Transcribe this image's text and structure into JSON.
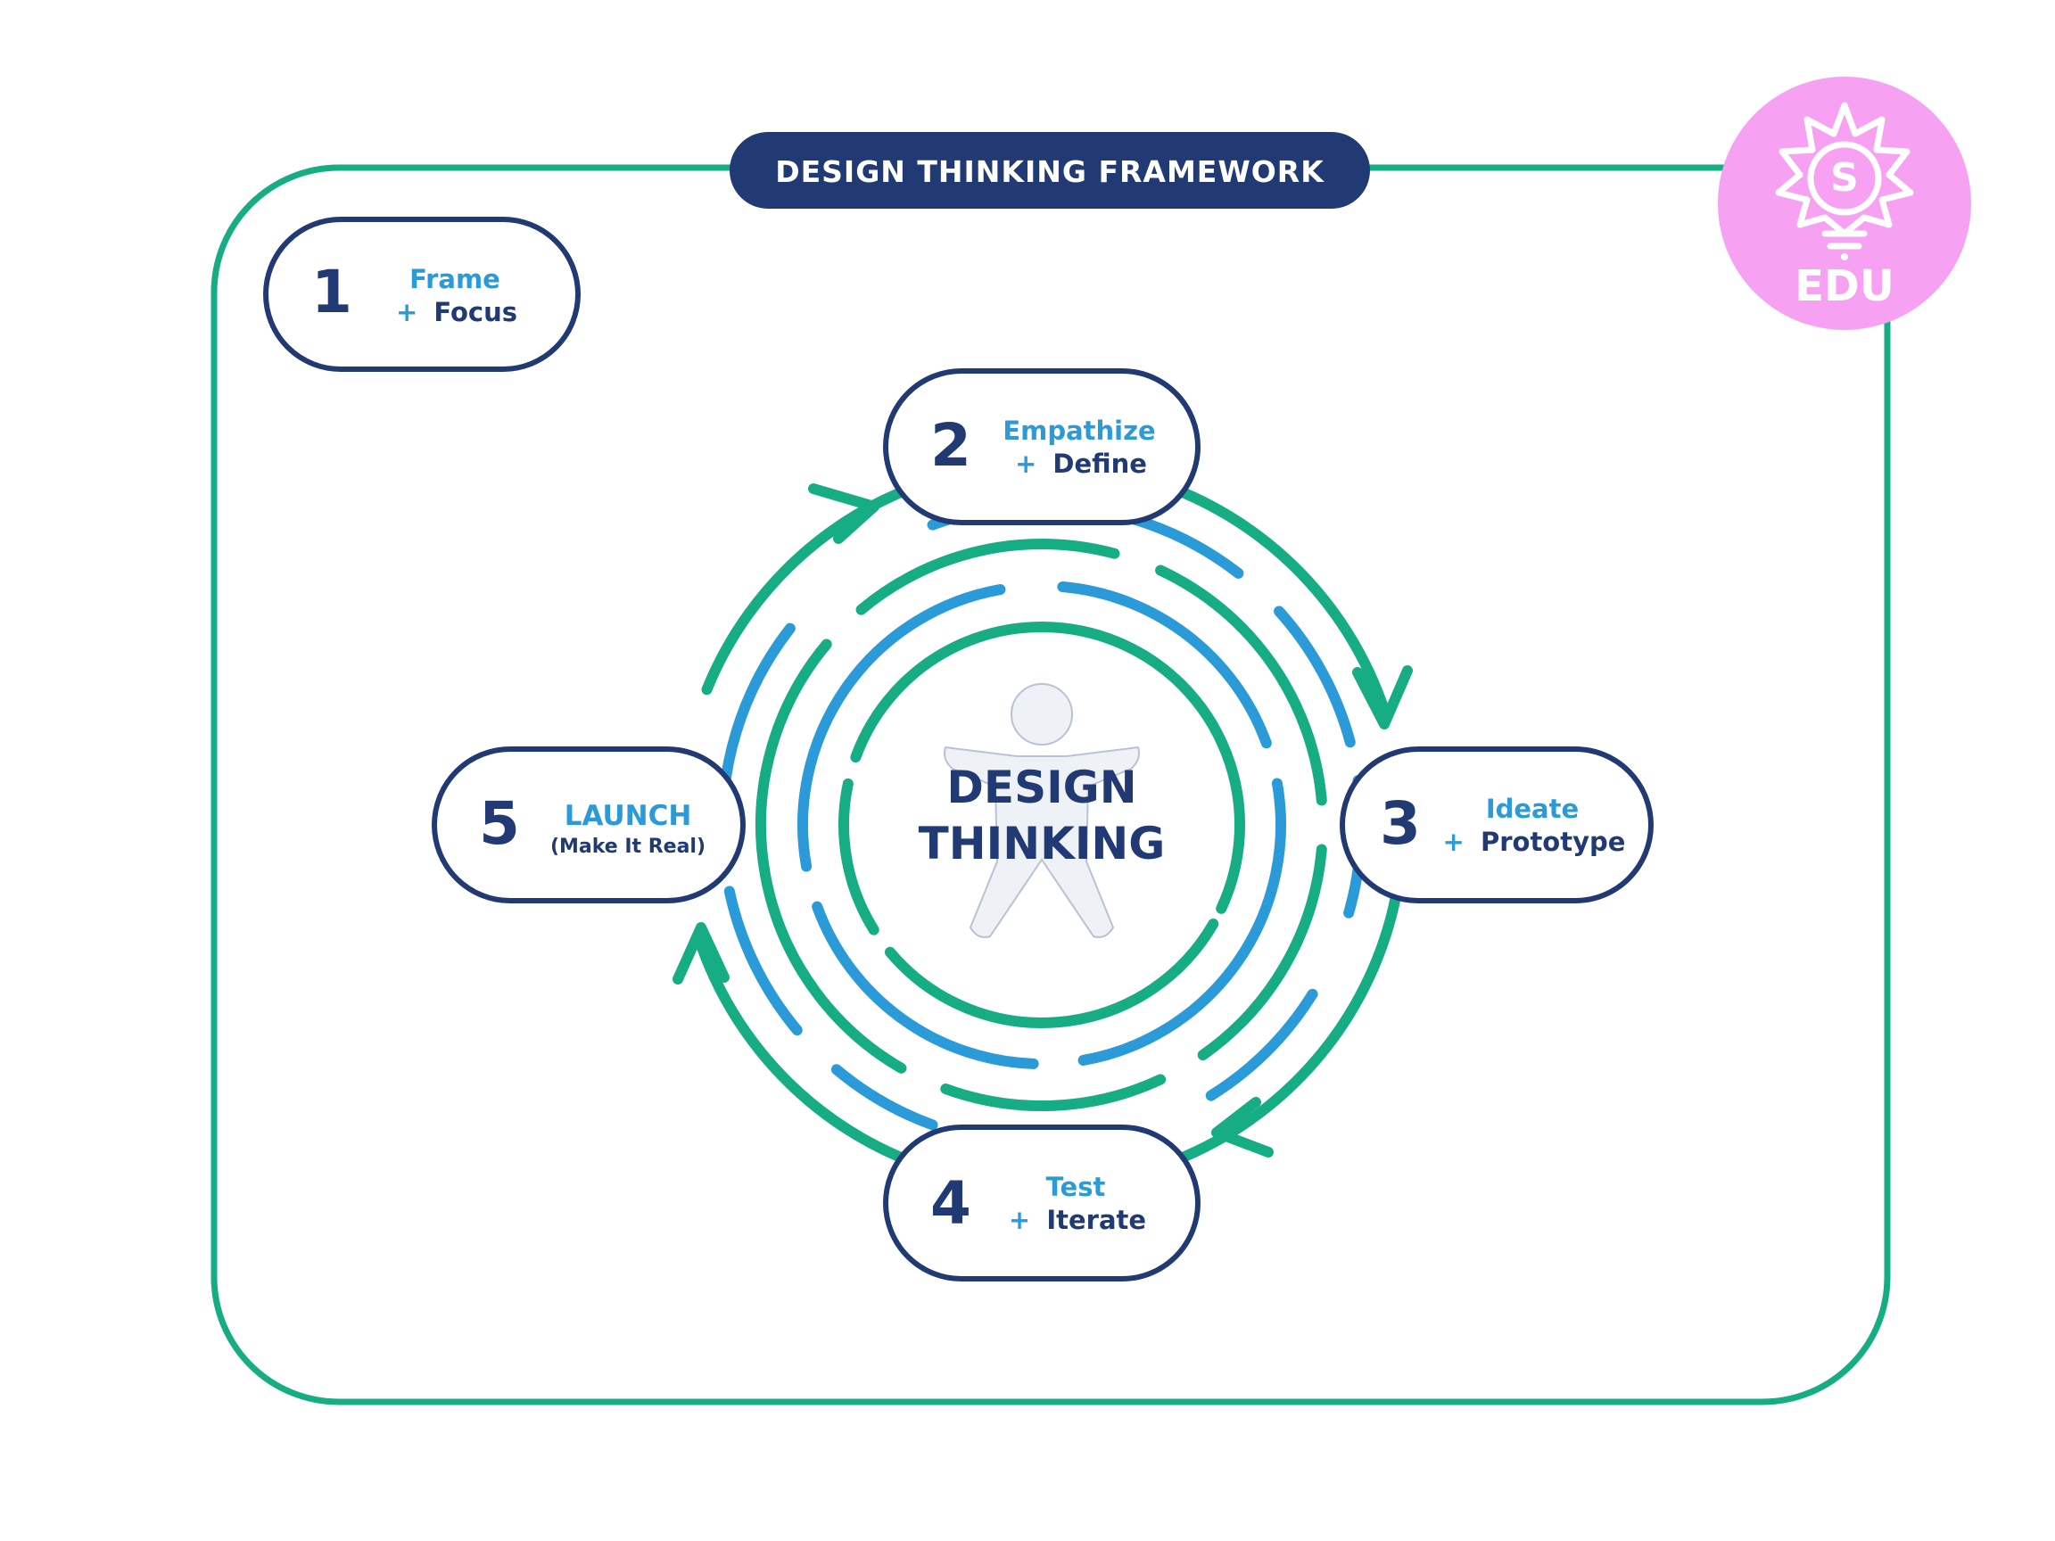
{
  "header": {
    "title": "DESIGN THINKING FRAMEWORK"
  },
  "badge": {
    "label": "EDU",
    "icon": "lightbulb-sun-icon",
    "letter": "S"
  },
  "center": {
    "line1": "DESIGN",
    "line2": "THINKING",
    "figure": "human-figure-icon"
  },
  "steps": [
    {
      "number": "1",
      "title": "Frame",
      "prefix": "+",
      "subtitle": "Focus"
    },
    {
      "number": "2",
      "title": "Empathize",
      "prefix": "+",
      "subtitle": "Define"
    },
    {
      "number": "3",
      "title": "Ideate",
      "prefix": "+",
      "subtitle": "Prototype"
    },
    {
      "number": "4",
      "title": "Test",
      "prefix": "+",
      "subtitle": "Iterate"
    },
    {
      "number": "5",
      "title": "LAUNCH",
      "prefix": "",
      "subtitle": "(Make It Real)"
    }
  ],
  "colors": {
    "navy": "#213a73",
    "blue": "#2b9ad9",
    "green": "#17ad84",
    "pink": "#f7a1f2",
    "figure": "#eef1f6"
  }
}
